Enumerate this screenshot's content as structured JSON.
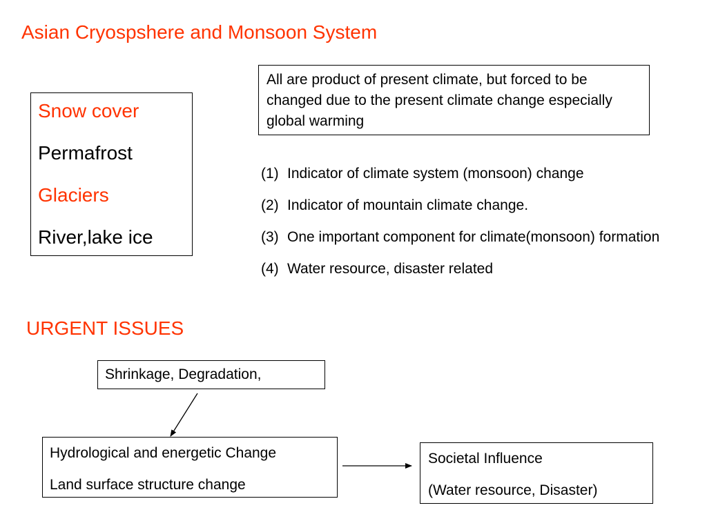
{
  "slide": {
    "title": "Asian Cryospshere  and Monsoon System",
    "cryosphere_components": [
      {
        "label": "Snow cover",
        "color": "#ff3300"
      },
      {
        "label": "Permafrost",
        "color": "#000000"
      },
      {
        "label": "Glaciers",
        "color": "#ff3300"
      },
      {
        "label": "River,lake ice",
        "color": "#000000"
      }
    ],
    "note": "All are product of present climate, but forced to be changed due to the present climate change especially global warming",
    "indicators": [
      {
        "num": "(1)",
        "text": "Indicator of climate system (monsoon) change"
      },
      {
        "num": "(2)",
        "text": "Indicator of mountain climate change."
      },
      {
        "num": "(3)",
        "text": "One important component for climate(monsoon) formation"
      },
      {
        "num": "(4)",
        "text": "Water resource, disaster related"
      }
    ],
    "urgent_heading": "URGENT ISSUES",
    "flow": {
      "shrinkage": "Shrinkage, Degradation,",
      "hydro_line1": "Hydrological and energetic Change",
      "hydro_line2": "Land surface structure change",
      "societal_line1": "Societal Influence",
      "societal_line2": "(Water resource,  Disaster)"
    },
    "colors": {
      "accent": "#ff3300",
      "text": "#000000",
      "background": "#ffffff"
    }
  }
}
